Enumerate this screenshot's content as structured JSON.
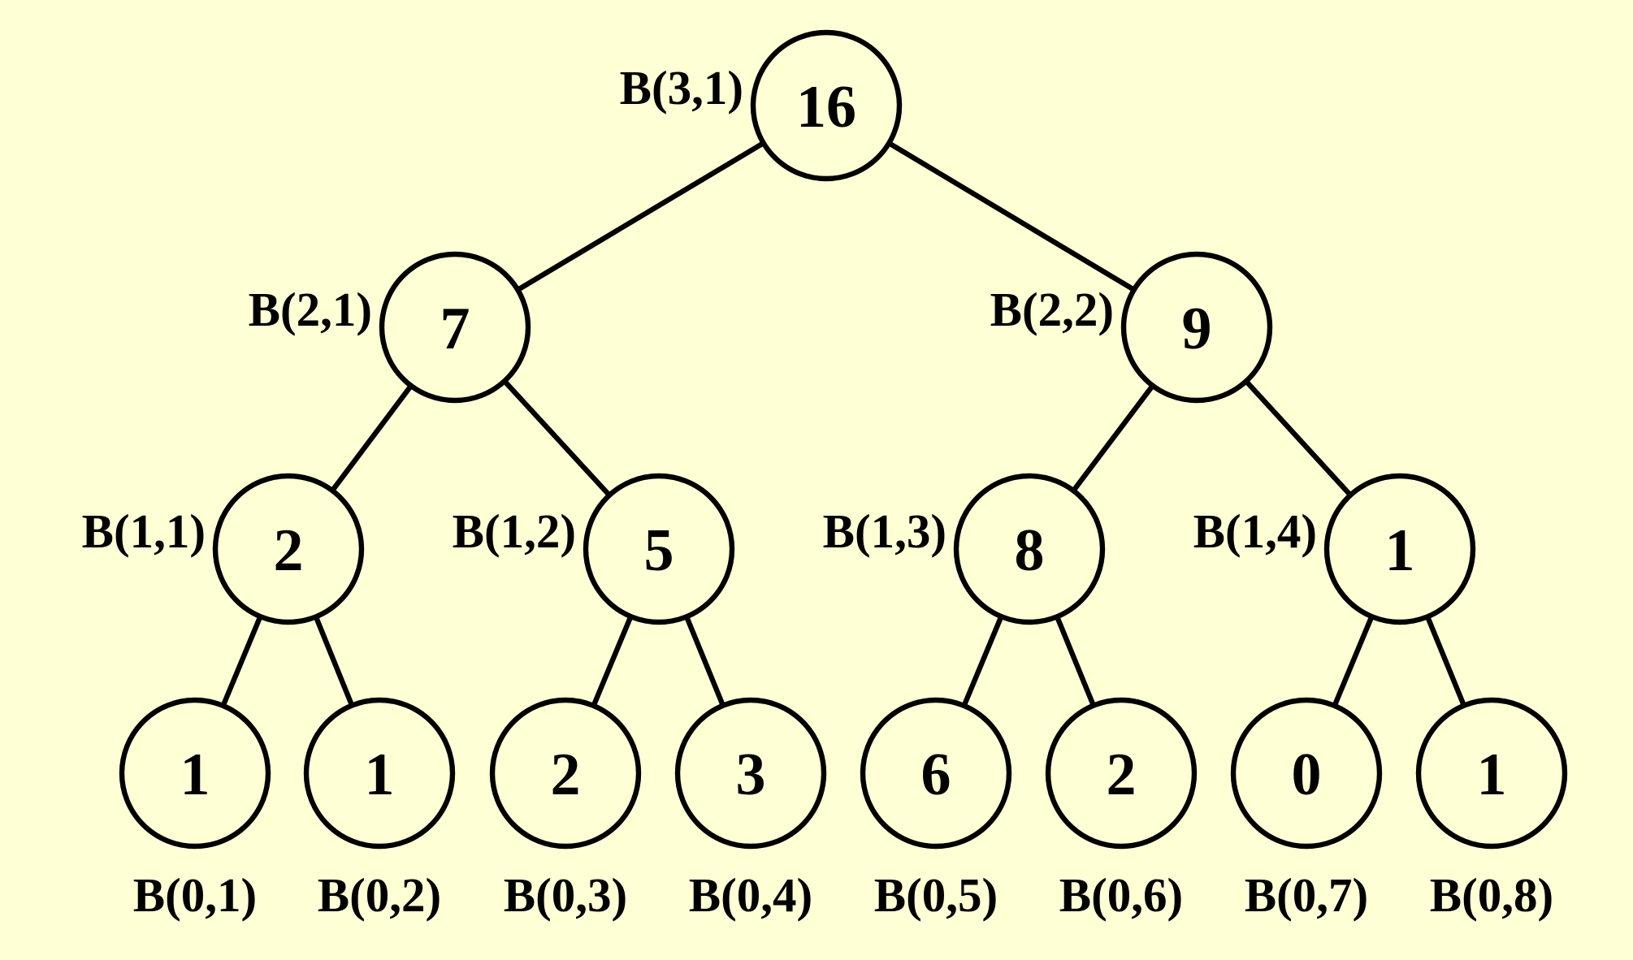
{
  "diagram": {
    "type": "binary-tree",
    "root": {
      "label": "B(3,1)",
      "value": "16",
      "children": [
        {
          "label": "B(2,1)",
          "value": "7",
          "children": [
            {
              "label": "B(1,1)",
              "value": "2",
              "children": [
                {
                  "label": "B(0,1)",
                  "value": "1"
                },
                {
                  "label": "B(0,2)",
                  "value": "1"
                }
              ]
            },
            {
              "label": "B(1,2)",
              "value": "5",
              "children": [
                {
                  "label": "B(0,3)",
                  "value": "2"
                },
                {
                  "label": "B(0,4)",
                  "value": "3"
                }
              ]
            }
          ]
        },
        {
          "label": "B(2,2)",
          "value": "9",
          "children": [
            {
              "label": "B(1,3)",
              "value": "8",
              "children": [
                {
                  "label": "B(0,5)",
                  "value": "6"
                },
                {
                  "label": "B(0,6)",
                  "value": "2"
                }
              ]
            },
            {
              "label": "B(1,4)",
              "value": "1",
              "children": [
                {
                  "label": "B(0,7)",
                  "value": "0"
                },
                {
                  "label": "B(0,8)",
                  "value": "1"
                }
              ]
            }
          ]
        }
      ]
    }
  }
}
